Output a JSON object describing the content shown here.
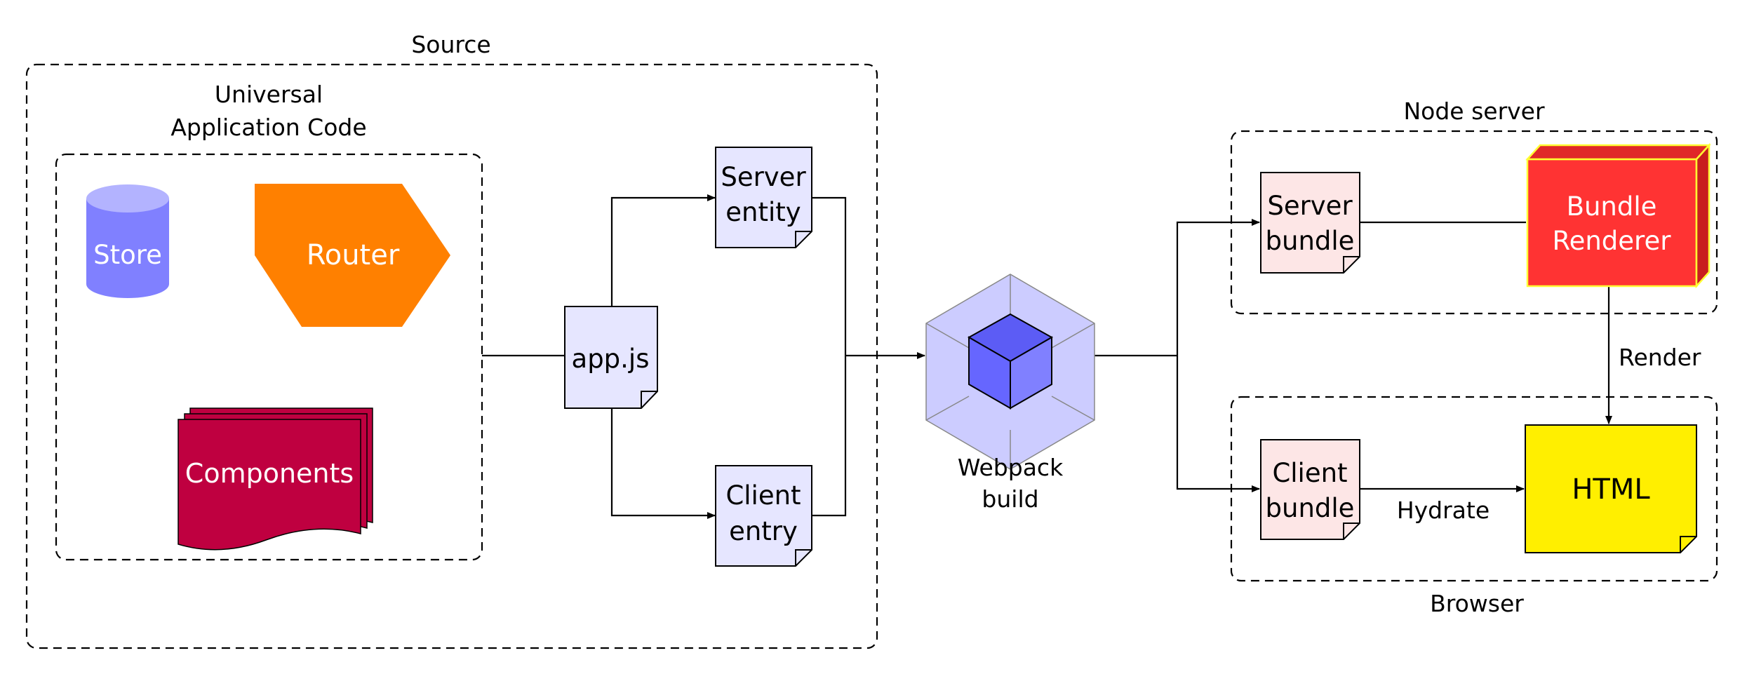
{
  "groups": {
    "source": "Source",
    "universal_line1": "Universal",
    "universal_line2": "Application Code",
    "node_server": "Node server",
    "browser": "Browser"
  },
  "nodes": {
    "store": "Store",
    "router": "Router",
    "components": "Components",
    "app_js": "app.js",
    "server_entity_line1": "Server",
    "server_entity_line2": "entity",
    "client_entry_line1": "Client",
    "client_entry_line2": "entry",
    "webpack_line1": "Webpack",
    "webpack_line2": "build",
    "server_bundle_line1": "Server",
    "server_bundle_line2": "bundle",
    "client_bundle_line1": "Client",
    "client_bundle_line2": "bundle",
    "bundle_renderer_line1": "Bundle",
    "bundle_renderer_line2": "Renderer",
    "html": "HTML"
  },
  "edges": {
    "render": "Render",
    "hydrate": "Hydrate"
  },
  "colors": {
    "store": "#8080ff",
    "router": "#ff8000",
    "components": "#bf0040",
    "doc_fill": "#e6e6ff",
    "bundle_fill": "#fde6e6",
    "renderer": "#ff3333",
    "renderer_edge": "#ffff33",
    "html": "#ffef00",
    "webpack_outer": "#ccccff",
    "webpack_inner": "#6666ff"
  }
}
